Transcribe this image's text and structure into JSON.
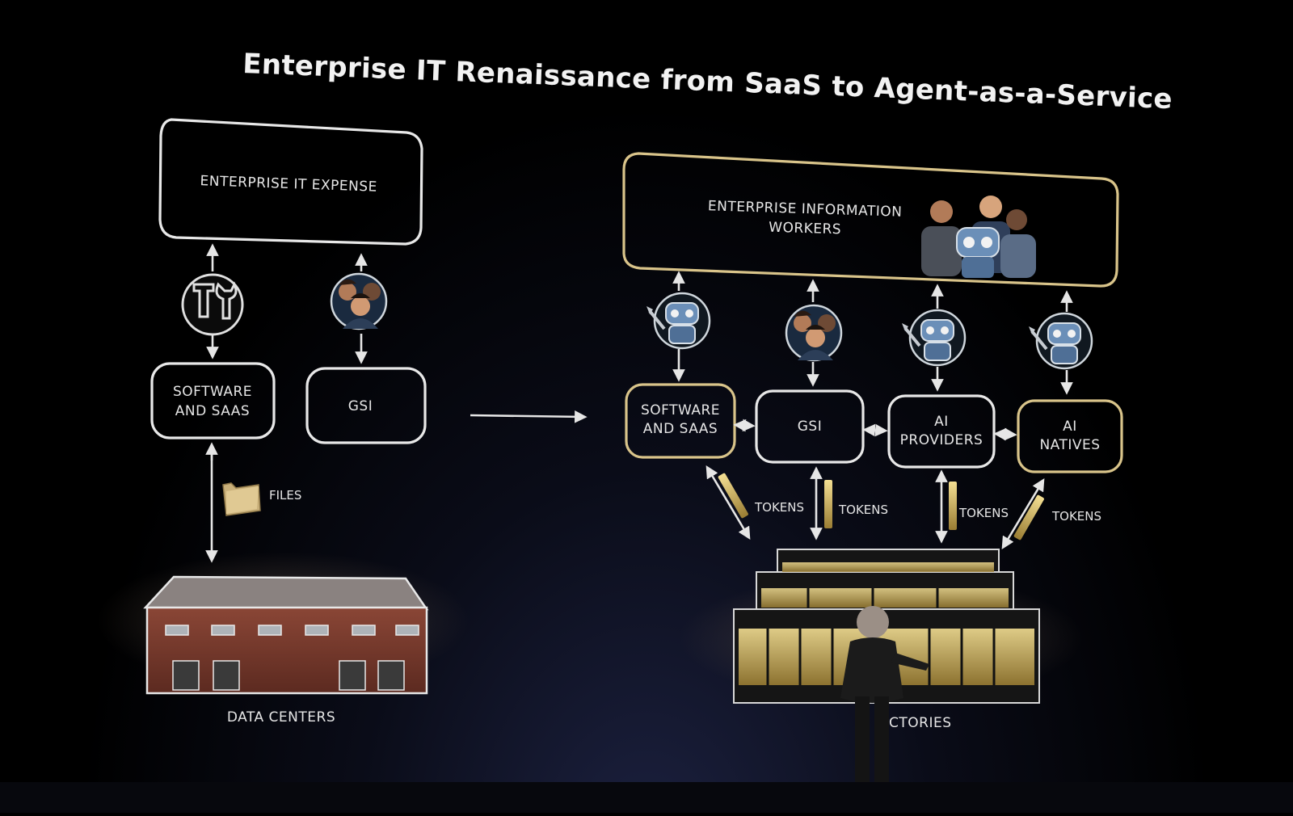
{
  "title": "Enterprise IT Renaissance from SaaS to Agent-as-a-Service",
  "left": {
    "expense_label": "ENTERPRISE IT EXPENSE",
    "software_line1": "SOFTWARE",
    "software_line2": "AND SAAS",
    "gsi_label": "GSI",
    "files_label": "FILES",
    "datacenter_label": "DATA CENTERS"
  },
  "right": {
    "workers_line1": "ENTERPRISE INFORMATION",
    "workers_line2": "WORKERS",
    "software_line1": "SOFTWARE",
    "software_line2": "AND SAAS",
    "gsi_label": "GSI",
    "ai_providers_line1": "AI",
    "ai_providers_line2": "PROVIDERS",
    "ai_natives_line1": "AI",
    "ai_natives_line2": "NATIVES",
    "tokens_labels": [
      "TOKENS",
      "TOKENS",
      "TOKENS",
      "TOKENS"
    ],
    "factories_label": "CTORIES"
  },
  "colors": {
    "accent_gold": "#d9c48a",
    "line_white": "#e8e8e8",
    "brick": "#7a3a2c"
  },
  "icons": [
    "tools-icon",
    "people-icon",
    "robot-icon",
    "folder-icon",
    "datacenter-icon",
    "ai-factory-icon",
    "presenter-figure"
  ]
}
